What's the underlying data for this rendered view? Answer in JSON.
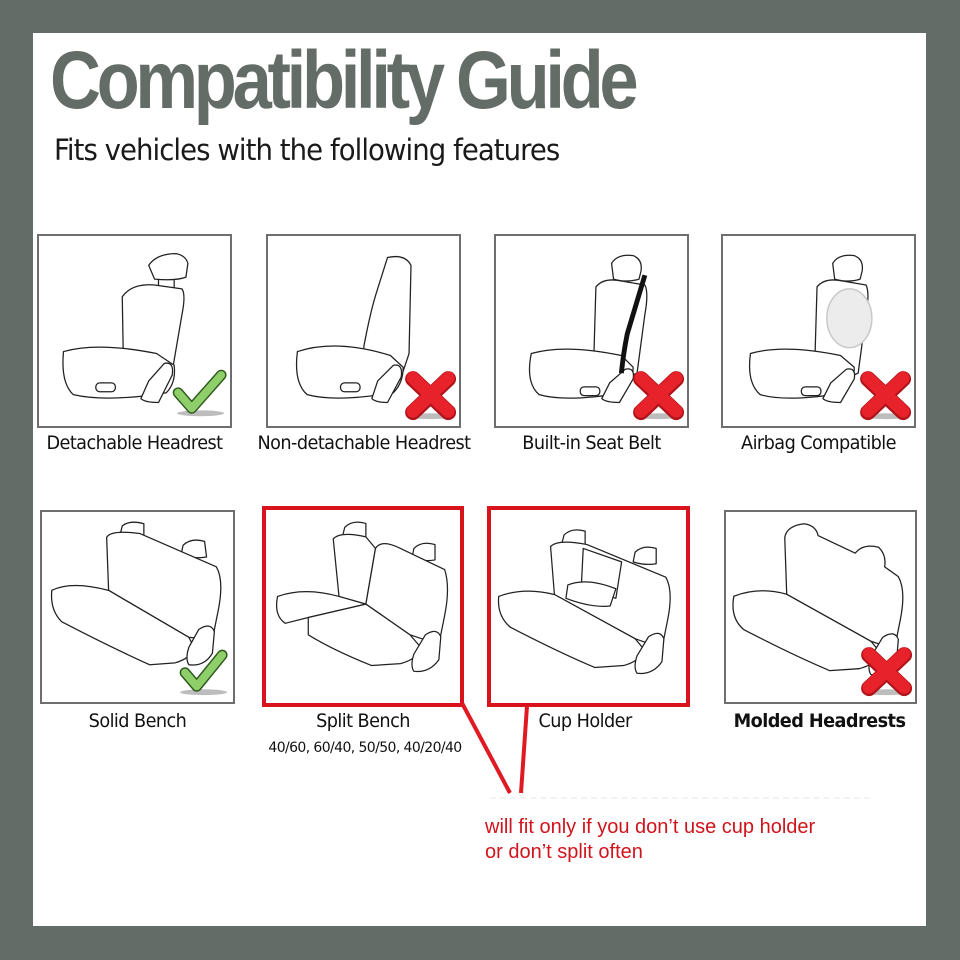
{
  "header": {
    "title": "Compatibility Guide",
    "subtitle": "Fits vehicles with the following features"
  },
  "colors": {
    "frame": "#646c67",
    "title": "#646c67",
    "highlight_red": "#d8131b",
    "check_green": "#8fcf6a",
    "cross_red": "#e8222b",
    "note_red": "#d0141c"
  },
  "features": [
    {
      "label": "Detachable Headrest",
      "status": "compatible",
      "icon": "check-icon"
    },
    {
      "label": "Non-detachable Headrest",
      "status": "incompatible",
      "icon": "cross-icon"
    },
    {
      "label": "Built-in Seat Belt",
      "status": "incompatible",
      "icon": "cross-icon"
    },
    {
      "label": "Airbag Compatible",
      "status": "incompatible",
      "icon": "cross-icon"
    },
    {
      "label": "Solid Bench",
      "status": "compatible",
      "icon": "check-icon"
    },
    {
      "label": "Split Bench",
      "sublabel": "40/60, 60/40, 50/50, 40/20/40",
      "status": "conditional",
      "highlighted": true
    },
    {
      "label": "Cup Holder",
      "status": "conditional",
      "highlighted": true
    },
    {
      "label": "Molded Headrests",
      "status": "incompatible",
      "icon": "cross-icon"
    }
  ],
  "note": {
    "line1": "will fit only if you don’t use cup holder",
    "line2": "or don’t split often"
  }
}
